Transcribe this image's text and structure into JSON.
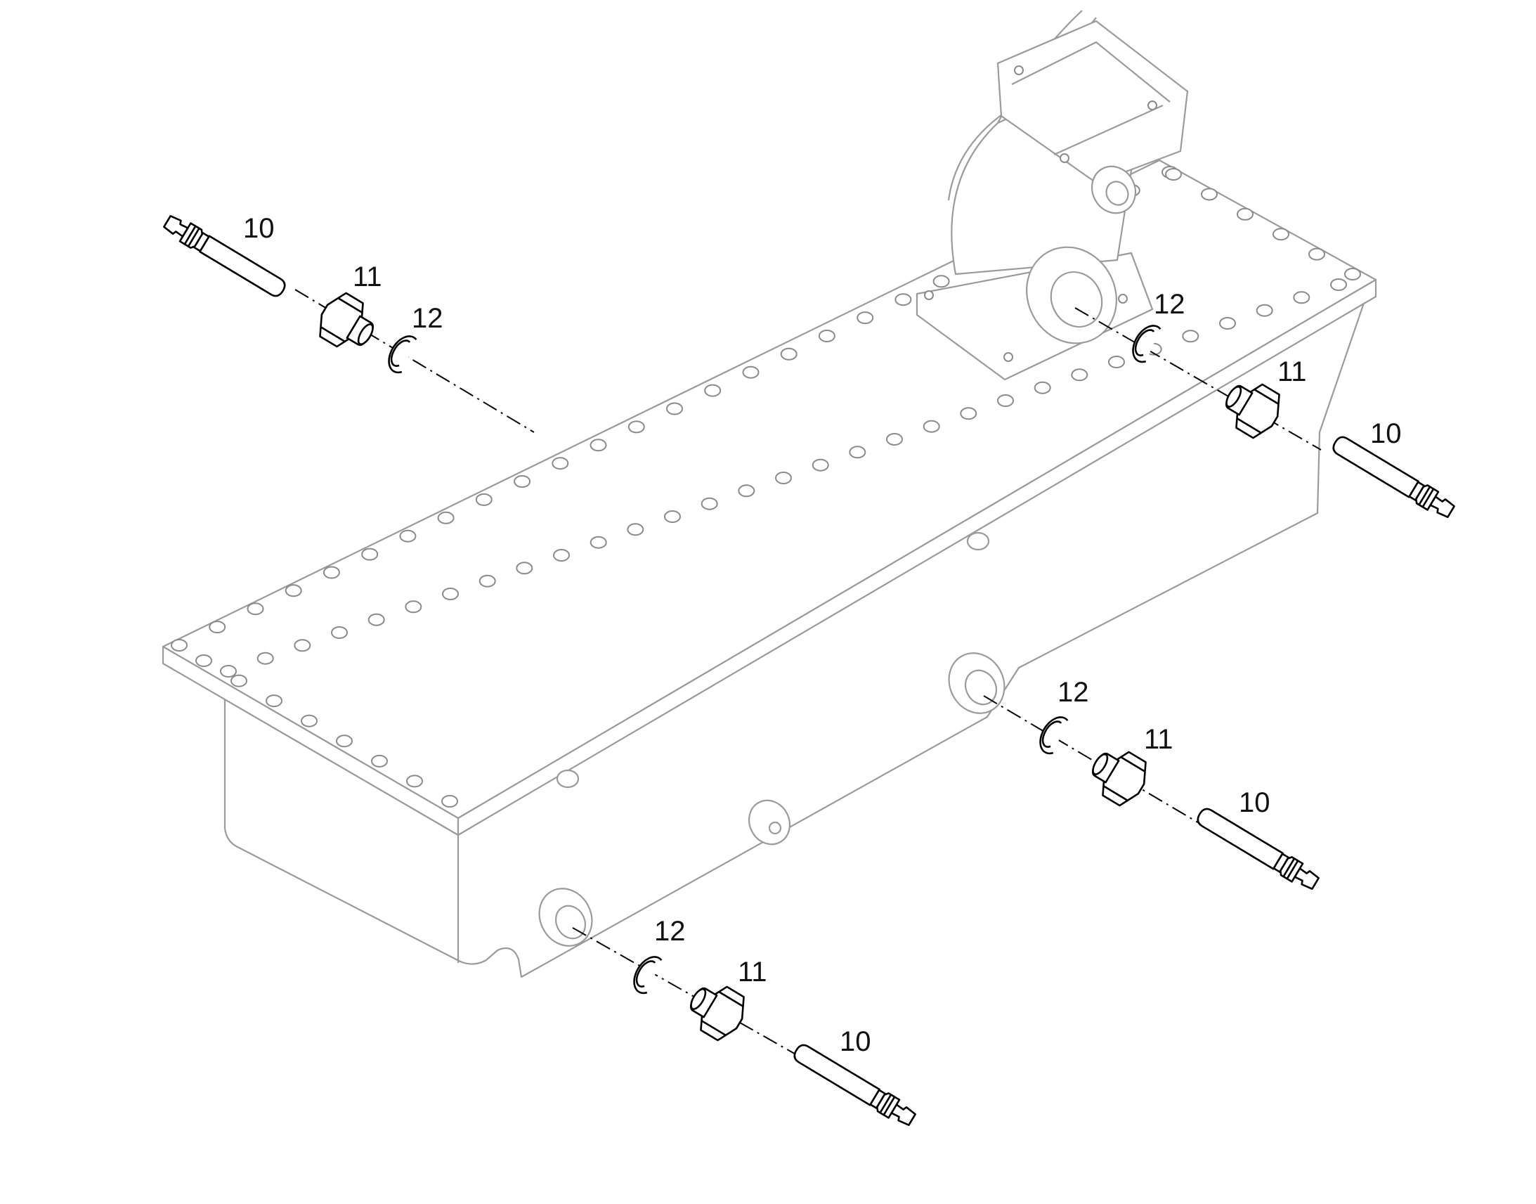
{
  "labels": {
    "sensor": "10",
    "adapter": "11",
    "seal_ring": "12"
  },
  "colors": {
    "part_line": "#000000",
    "ghost_line": "#9a9a9a",
    "background": "#ffffff"
  }
}
